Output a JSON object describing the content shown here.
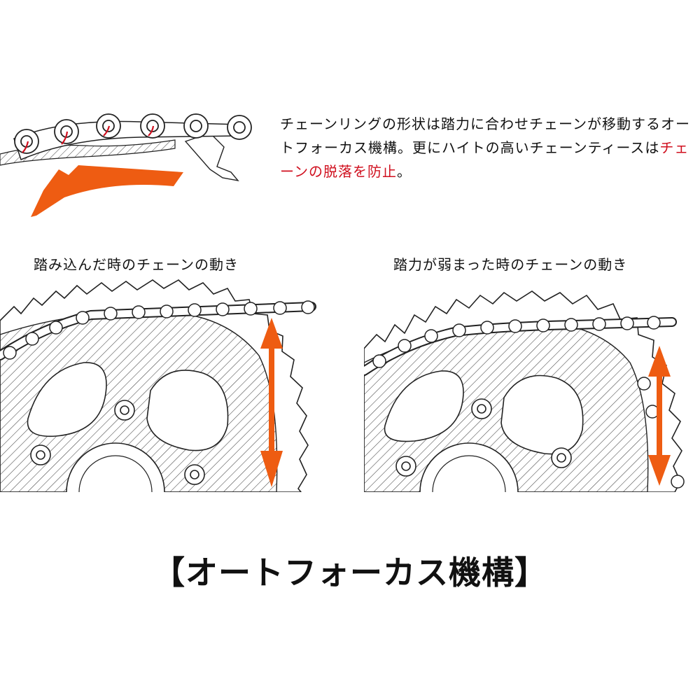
{
  "description": {
    "part1": "チェーンリングの形状は踏力に合わせチェーンが移動するオートフォーカス機構。更にハイトの高いチェーンティースは",
    "highlight": "チェーンの脱落を防止",
    "part2": "。"
  },
  "captions": {
    "left": "踏み込んだ時のチェーンの動き",
    "right": "踏力が弱まった時のチェーンの動き"
  },
  "title": "【オートフォーカス機構】",
  "colors": {
    "arrow": "#ee5c12",
    "highlight": "#d0101f",
    "line": "#222222"
  },
  "icons": {
    "top_arrow": "curved-arrow-left-icon",
    "panel_arrows": "double-headed-vertical-arrow-icon"
  }
}
